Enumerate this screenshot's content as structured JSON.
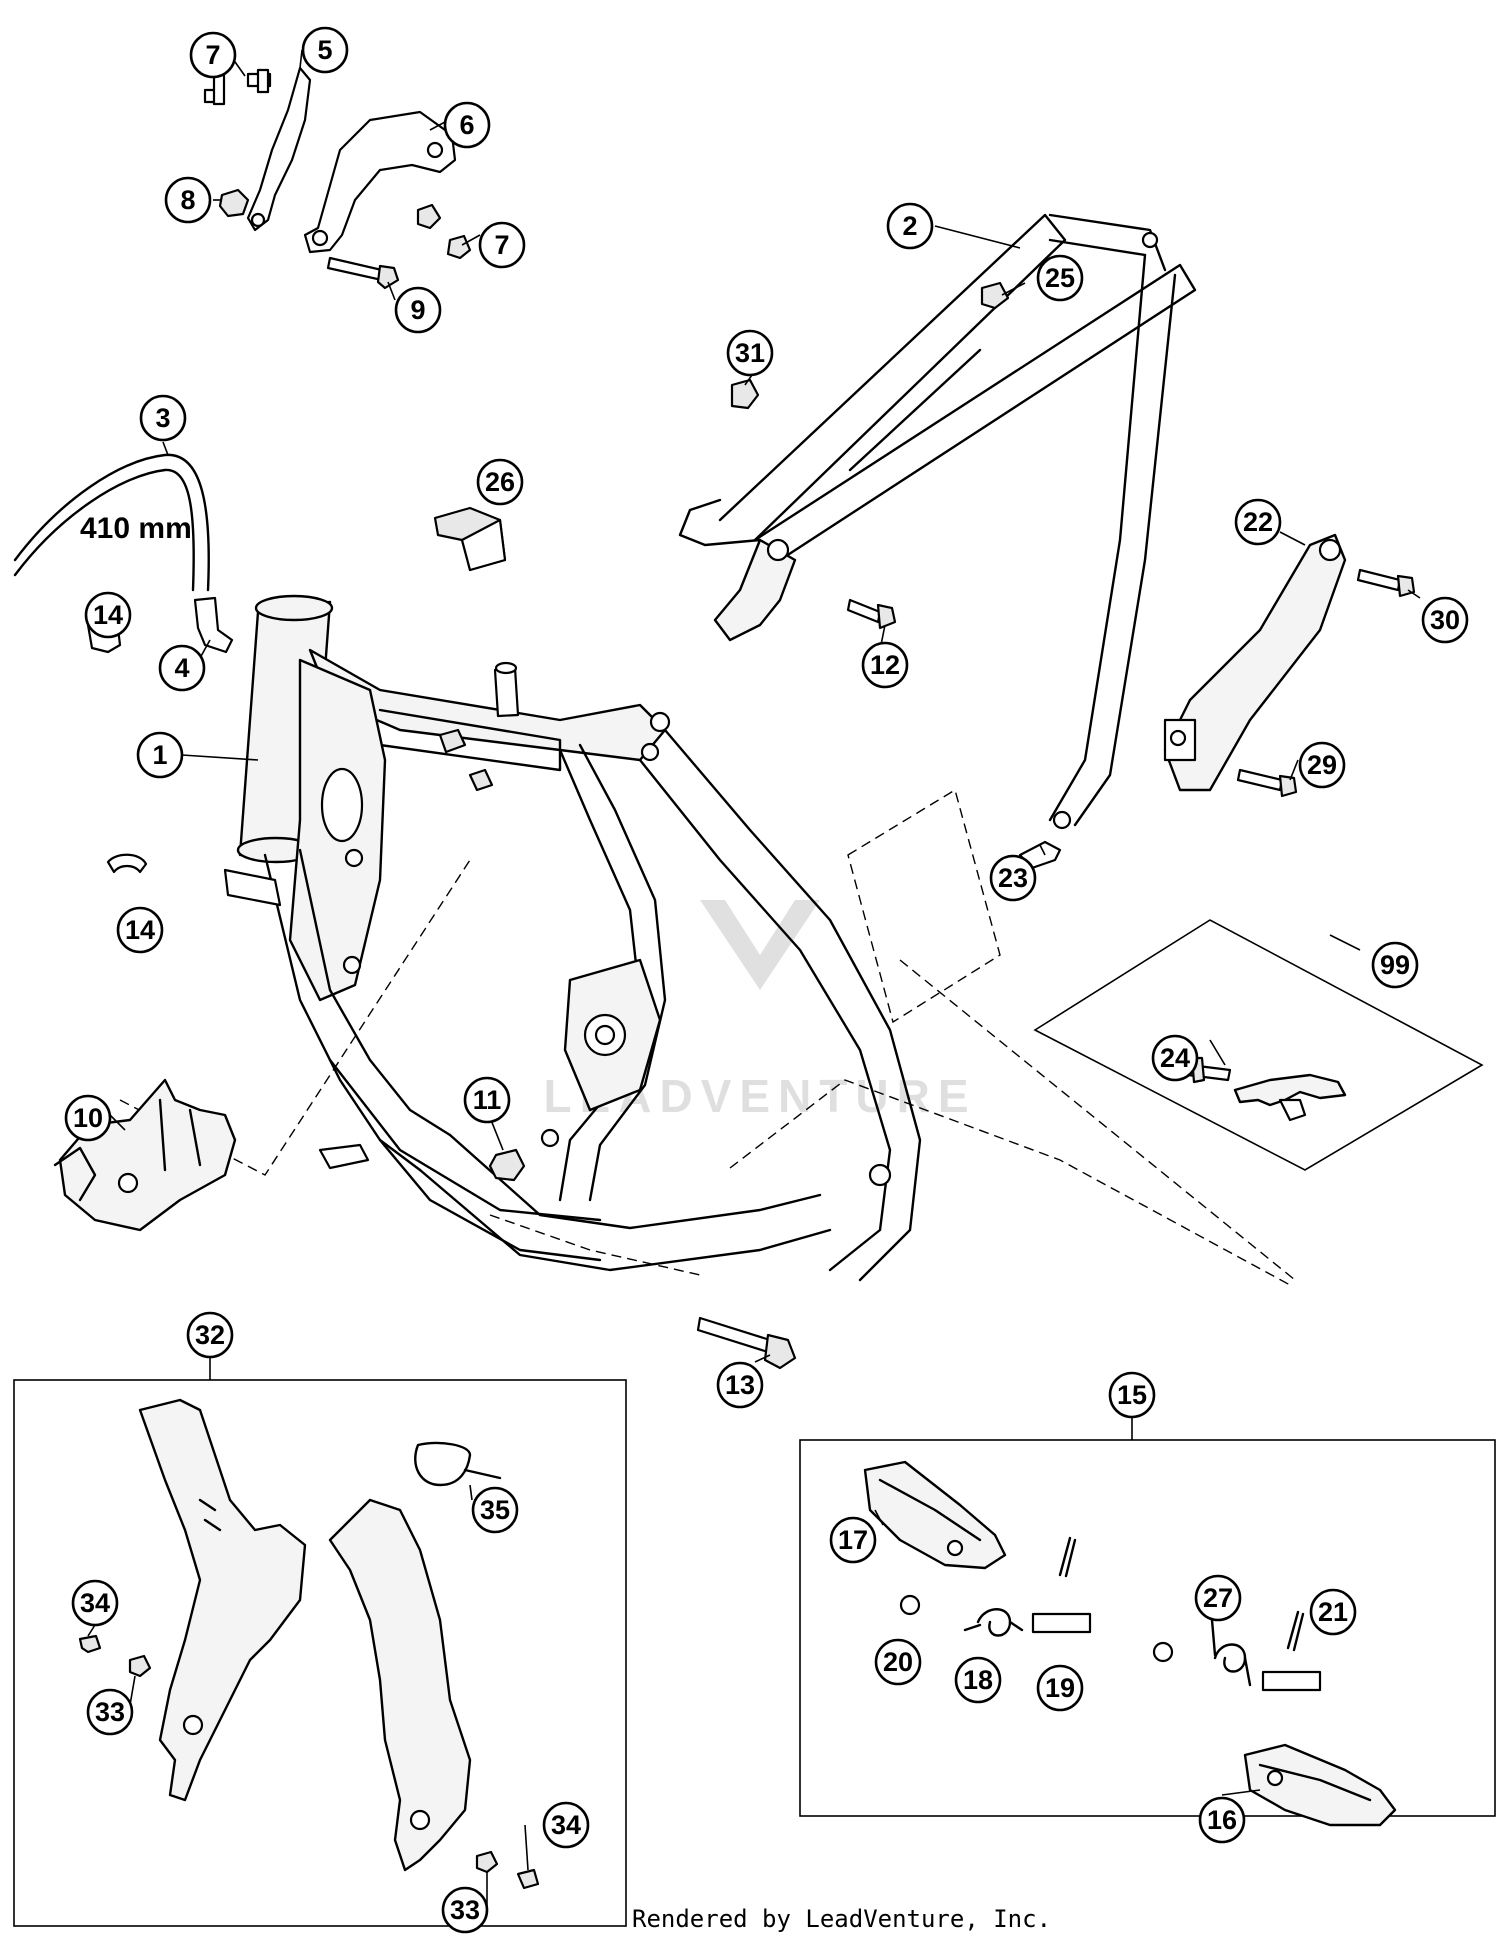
{
  "diagram": {
    "hose_length_label": "410 mm",
    "credit": "Rendered by LeadVenture, Inc.",
    "watermark": "LEADVENTURE"
  },
  "callouts": {
    "c1": "1",
    "c2": "2",
    "c3": "3",
    "c4": "4",
    "c5": "5",
    "c6": "6",
    "c7a": "7",
    "c7b": "7",
    "c8": "8",
    "c9": "9",
    "c10": "10",
    "c11": "11",
    "c12": "12",
    "c13": "13",
    "c14a": "14",
    "c14b": "14",
    "c15": "15",
    "c16": "16",
    "c17": "17",
    "c18": "18",
    "c19": "19",
    "c20": "20",
    "c21": "21",
    "c22": "22",
    "c23": "23",
    "c24": "24",
    "c25": "25",
    "c26": "26",
    "c27": "27",
    "c29": "29",
    "c30": "30",
    "c31": "31",
    "c32": "32",
    "c33a": "33",
    "c33b": "33",
    "c34a": "34",
    "c34b": "34",
    "c35": "35",
    "c99": "99"
  }
}
